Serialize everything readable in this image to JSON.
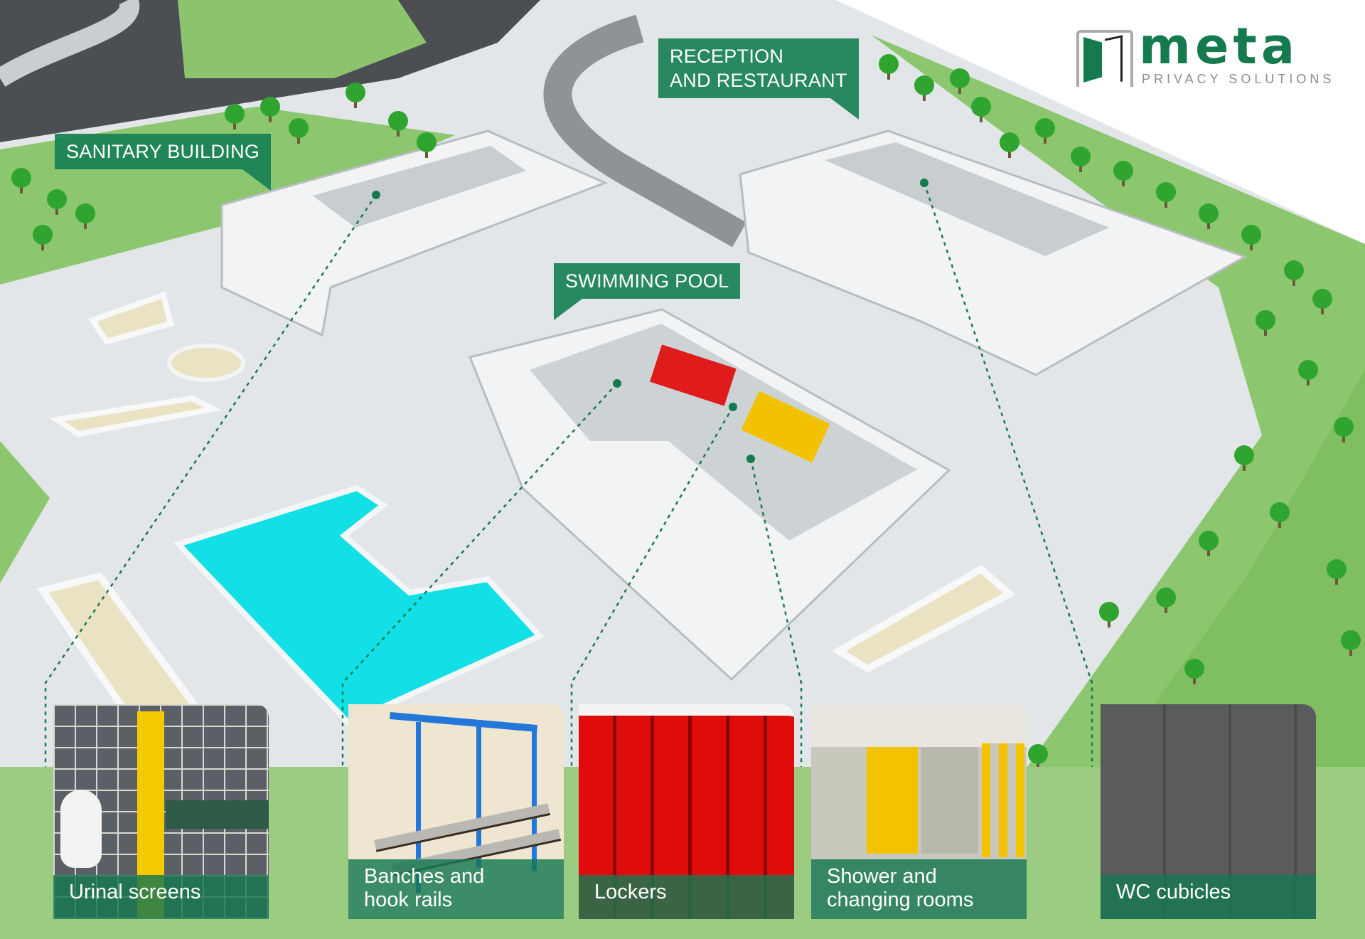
{
  "logo": {
    "brand": "meta",
    "tagline": "PRIVACY SOLUTIONS"
  },
  "locations": {
    "sanitary": "SANITARY BUILDING",
    "reception_line1": "RECEPTION",
    "reception_line2": "AND RESTAURANT",
    "pool": "SWIMMING POOL"
  },
  "products": [
    {
      "line1": "Urinal screens",
      "line2": ""
    },
    {
      "line1": "Banches and",
      "line2": "hook rails"
    },
    {
      "line1": "Lockers",
      "line2": ""
    },
    {
      "line1": "Shower and",
      "line2": "changing rooms"
    },
    {
      "line1": "WC cubicles",
      "line2": ""
    }
  ],
  "colors": {
    "brand_green": "#167a4f",
    "grass": "#9ccc82",
    "pool": "#12e0e6"
  }
}
